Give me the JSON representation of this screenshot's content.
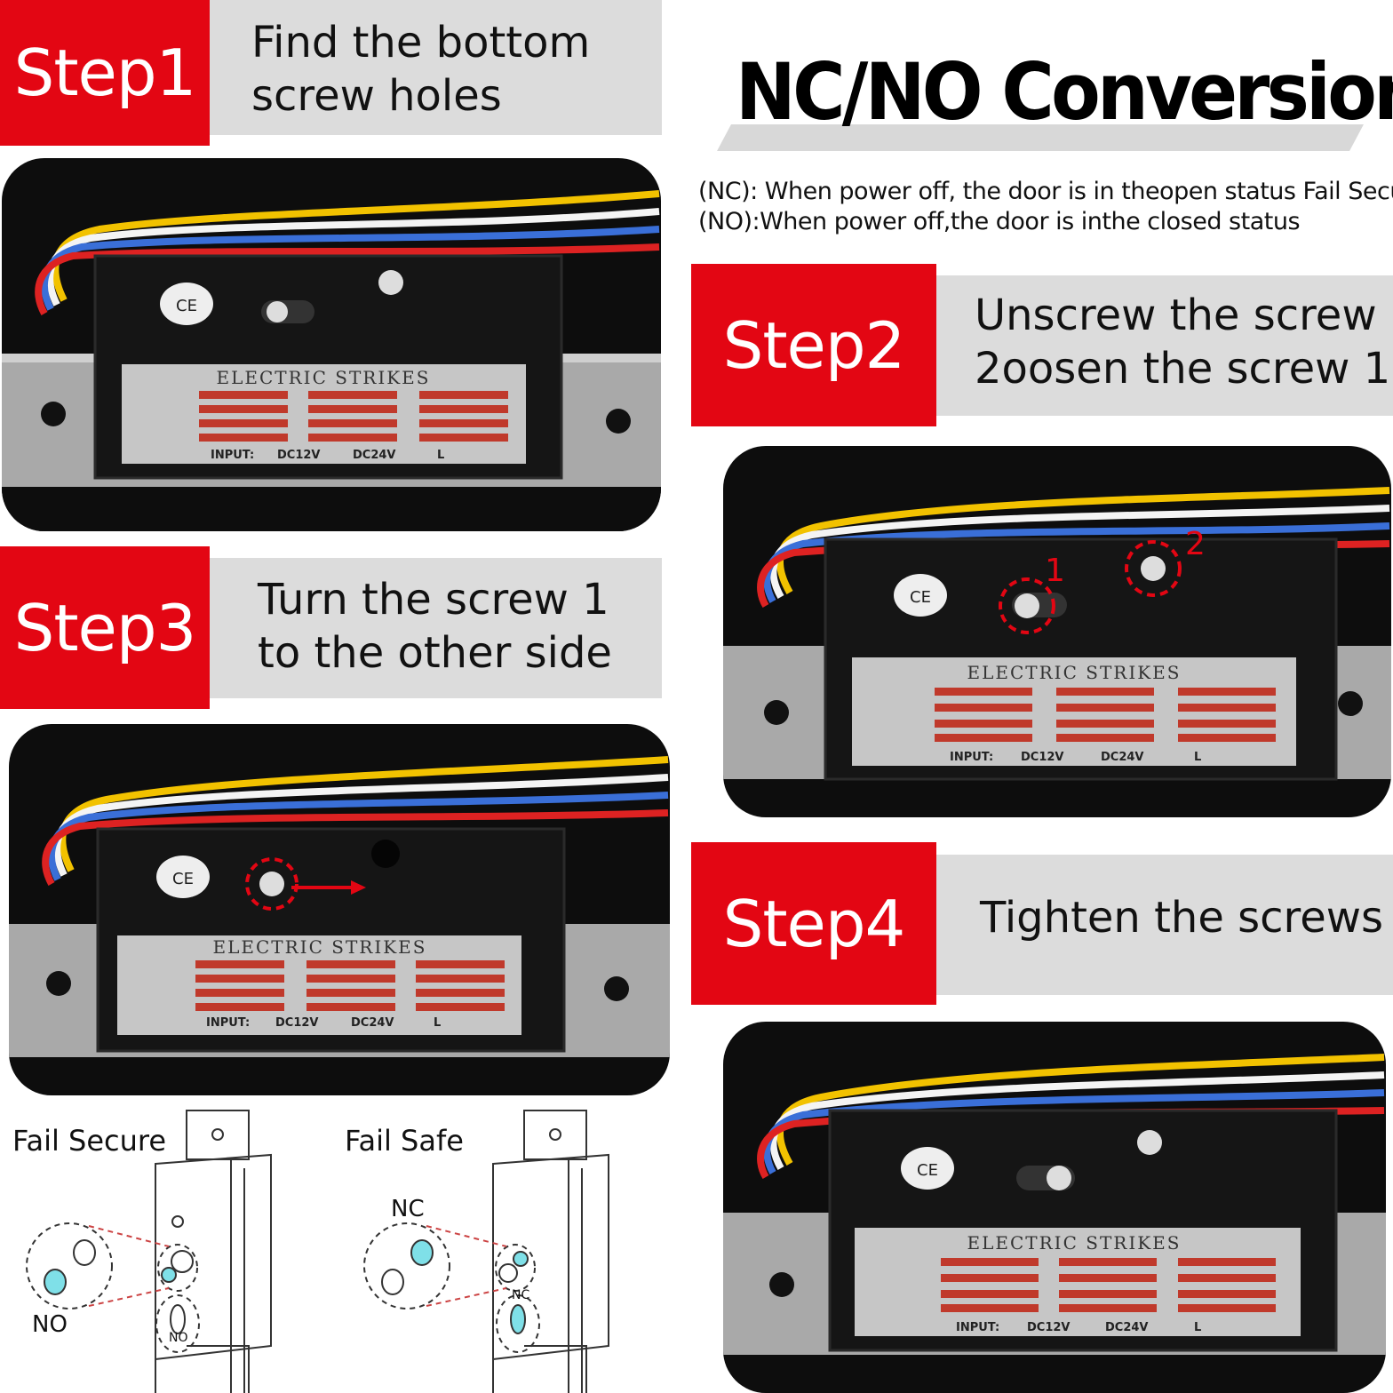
{
  "title": "NC/NO Conversion",
  "descriptions": [
    "(NC): When power off, the door is in theopen status Fail Secure",
    "(NO):When power off,the door is inthe closed status"
  ],
  "steps": [
    {
      "label": "Step1",
      "lines": [
        "Find the bottom",
        "screw holes"
      ]
    },
    {
      "label": "Step2",
      "lines": [
        "Unscrew the screw",
        "2oosen the screw 1"
      ]
    },
    {
      "label": "Step3",
      "lines": [
        "Turn the screw 1",
        "to the other side"
      ]
    },
    {
      "label": "Step4",
      "lines": [
        "Tighten the screws"
      ]
    }
  ],
  "photo": {
    "plate_title": "ELECTRIC STRIKES",
    "input_row": [
      "INPUT:",
      "DC12V",
      "DC24V",
      "L"
    ],
    "badge": "CE"
  },
  "annotations": {
    "screw1": "1",
    "screw2": "2"
  },
  "diagrams": {
    "fail_secure": {
      "title": "Fail Secure",
      "callout": "NO",
      "slot": "NO"
    },
    "fail_safe": {
      "title": "Fail Safe",
      "callout": "NC",
      "slot": "NC"
    }
  },
  "colors": {
    "red": "#e30613",
    "gray": "#dcdcdc",
    "photo_bg": "#0d0d0d",
    "wire_red": "#d22",
    "wire_yellow": "#f2c200",
    "wire_blue": "#3a6fd8",
    "wire_white": "#f4f4f4"
  }
}
